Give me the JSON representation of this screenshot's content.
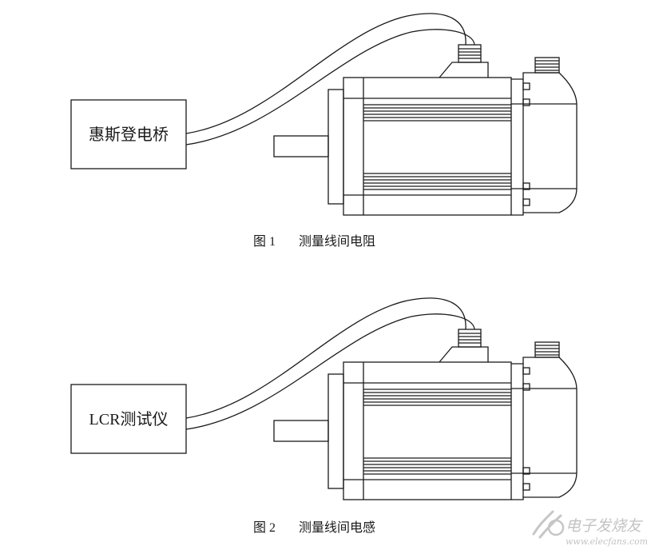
{
  "figure1": {
    "instrument_label": "惠斯登电桥",
    "caption_num": "图 1",
    "caption_text": "测量线间电阻"
  },
  "figure2": {
    "instrument_label": "LCR测试仪",
    "caption_num": "图 2",
    "caption_text": "测量线间电感"
  },
  "watermark": {
    "main": "电子发烧友",
    "url": "www.elecfans.com"
  },
  "icons": [
    "motor-diagram",
    "watermark-logo-icon"
  ]
}
